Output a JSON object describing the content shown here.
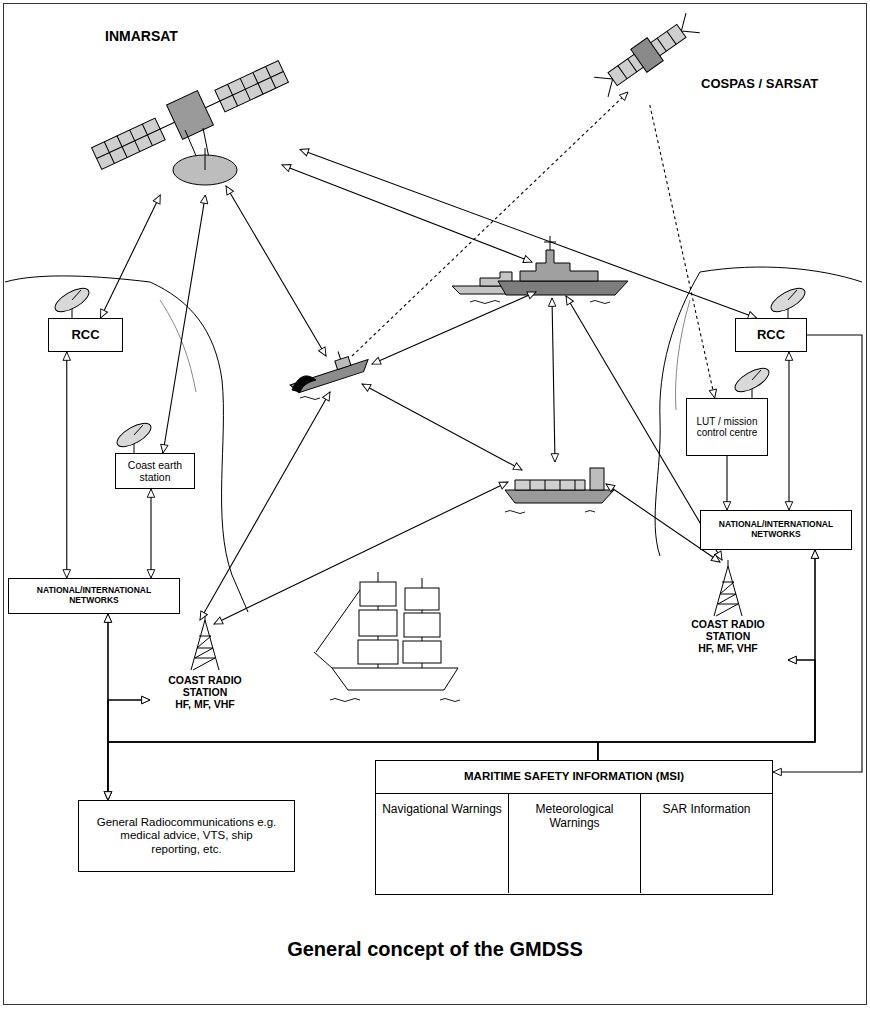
{
  "diagram": {
    "caption": "General concept of the GMDSS",
    "nodes": [
      {
        "text": [
          "INMARSAT"
        ]
      },
      {
        "text": [
          "COSPAS / SARSAT"
        ]
      },
      {
        "text": [
          "RCC"
        ]
      },
      {
        "text": [
          "Coast earth station"
        ]
      },
      {
        "text": [
          "NATIONAL/INTERNATIONAL NETWORKS"
        ]
      },
      {
        "text": [
          "COAST RADIO STATION",
          "HF, MF, VHF"
        ]
      },
      {
        "text": [
          "RCC"
        ]
      },
      {
        "text": [
          "LUT / mission control centre"
        ]
      },
      {
        "text": [
          "NATIONAL/INTERNATIONAL NETWORKS"
        ]
      },
      {
        "text": [
          "COAST RADIO STATION",
          "HF, MF, VHF"
        ]
      },
      {
        "text": [
          "General Radiocommunications e.g. medical advice, VTS, ship reporting, etc."
        ]
      },
      {
        "text": [
          "MARITIME SAFETY INFORMATION (MSI)"
        ]
      },
      {
        "text": [
          "Navigational Warnings"
        ],
        "in": 11
      },
      {
        "text": [
          "Meteorological Warnings"
        ],
        "in": 11
      },
      {
        "text": [
          "SAR Information"
        ],
        "in": 11
      }
    ],
    "edges": [
      {
        "from": 0,
        "to": 2,
        "arrow": "both"
      },
      {
        "from": 0,
        "to": 3,
        "arrow": "both"
      },
      {
        "from": 0,
        "to": 6,
        "arrow": "both"
      },
      {
        "from": 1,
        "to": 7,
        "arrow": "to"
      },
      {
        "from": 2,
        "to": 4,
        "arrow": "both"
      },
      {
        "from": 3,
        "to": 4,
        "arrow": "both"
      },
      {
        "from": 6,
        "to": 8,
        "arrow": "both"
      },
      {
        "from": 7,
        "to": 8,
        "arrow": "to"
      },
      {
        "from": 6,
        "to": 11,
        "arrow": "to"
      },
      {
        "from": 11,
        "to": 4,
        "arrow": "to"
      },
      {
        "from": 11,
        "to": 5,
        "arrow": "to"
      },
      {
        "from": 11,
        "to": 8,
        "arrow": "to"
      },
      {
        "from": 11,
        "to": 9,
        "arrow": "to"
      },
      {
        "from": 10,
        "to": 4,
        "arrow": "both"
      },
      {
        "from": 10,
        "to": 5,
        "arrow": "both"
      },
      {
        "from": 10,
        "to": 8,
        "arrow": "both"
      },
      {
        "from": 10,
        "to": 9,
        "arrow": "both"
      }
    ]
  }
}
